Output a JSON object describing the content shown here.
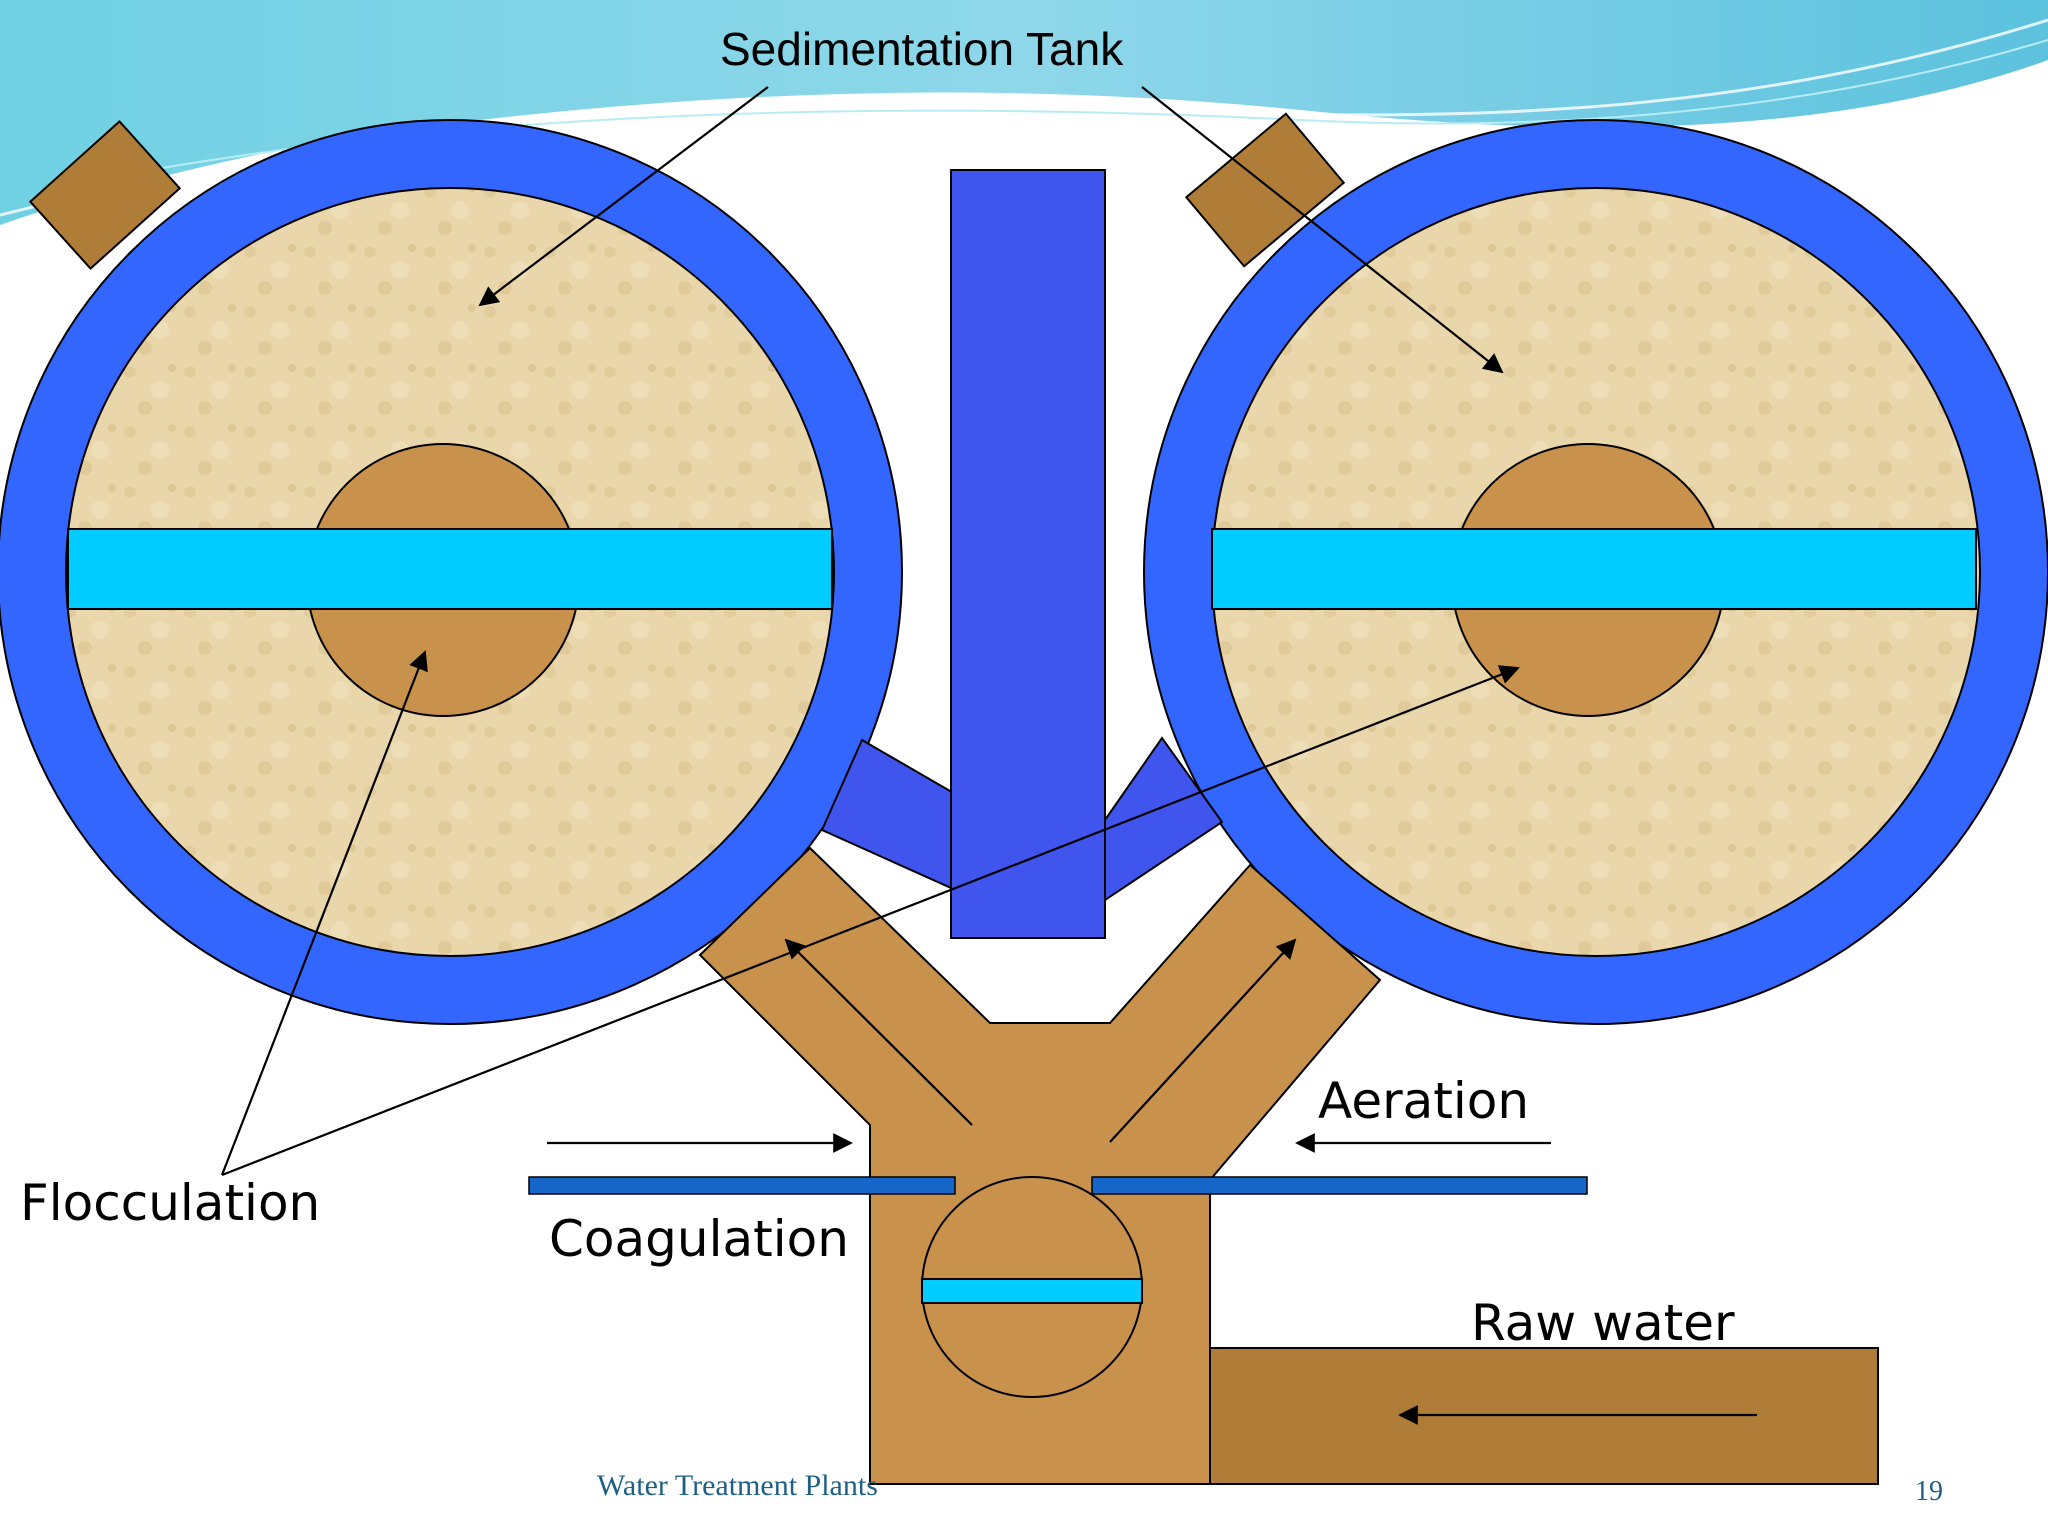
{
  "labels": {
    "sedimentation_tank": "Sedimentation Tank",
    "flocculation": "Flocculation",
    "coagulation": "Coagulation",
    "aeration": "Aeration",
    "raw_water": "Raw water"
  },
  "footer": {
    "title": "Water Treatment Plants",
    "page_number": "19"
  },
  "colors": {
    "tank_ring": "#3366ff",
    "tank_fill": "#e8d3a6",
    "baffle": "#00ccff",
    "flocculator": "#c8914c",
    "channel": "#c8914c",
    "raw_water_pipe": "#b07d38",
    "dark_blue_pipe": "#4055ee",
    "inlet_bar": "#1566c8",
    "sludge_box": "#b07d38",
    "header_wave": "#7ad0e0"
  }
}
